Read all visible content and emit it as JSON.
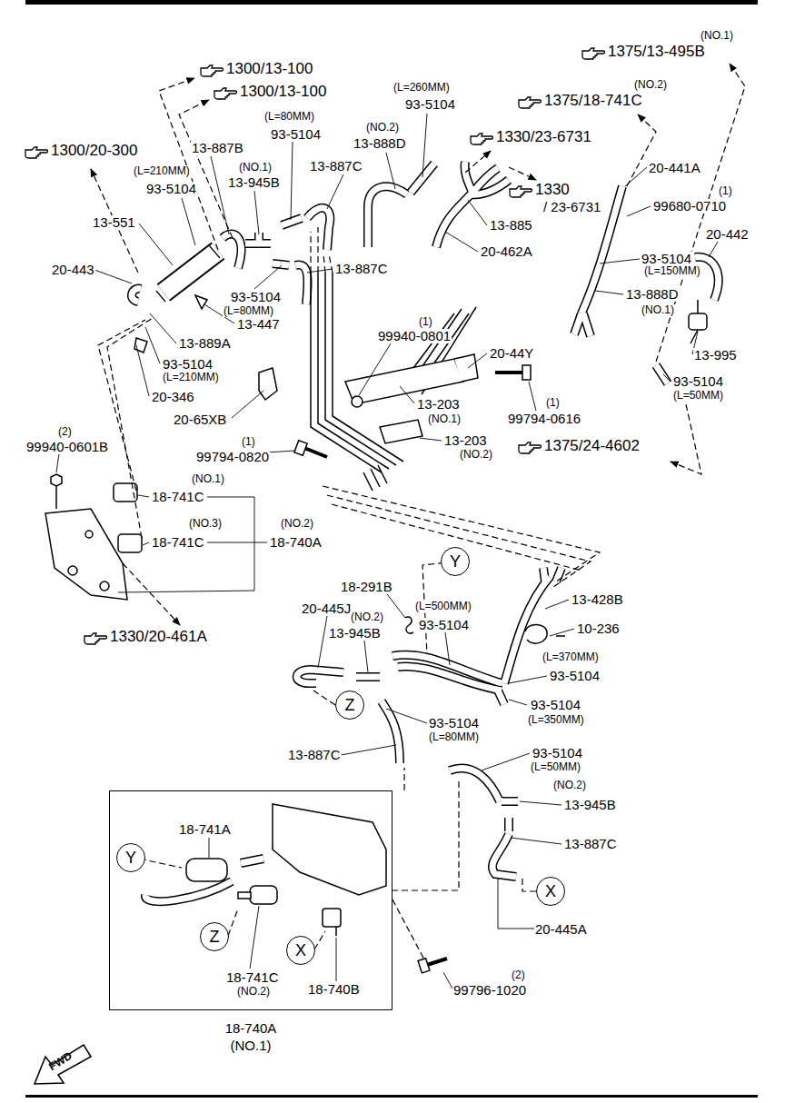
{
  "diagram": {
    "nodes": [
      {
        "text": [
          "Y"
        ]
      },
      {
        "text": [
          "Z"
        ]
      },
      {
        "text": [
          "X"
        ]
      },
      {
        "text": [
          "18-740A (NO.1)"
        ]
      },
      {
        "text": [
          "Y"
        ],
        "in": 3
      },
      {
        "text": [
          "Z"
        ],
        "in": 3
      },
      {
        "text": [
          "X"
        ],
        "in": 3
      }
    ],
    "labels": [
      "(NO.1)",
      "1375/13-495B",
      "(NO.2)",
      "1375/18-741C",
      "(L=260MM)",
      "93-5104",
      "1300/13-100",
      "1300/13-100",
      "(L=80MM)",
      "93-5104",
      "(NO.2)",
      "13-888D",
      "1330/23-6731",
      "1300/20-300",
      "13-887B",
      "(L=210MM)",
      "93-5104",
      "(NO.1)",
      "13-945B",
      "13-887C",
      "1330",
      "/ 23-6731",
      "20-441A",
      "(1)",
      "99680-0710",
      "13-551",
      "13-885",
      "20-442",
      "20-443",
      "20-462A",
      "13-887C",
      "93-5104",
      "(L=150MM)",
      "93-5104",
      "(L=80MM)",
      "13-447",
      "13-888D",
      "(NO.1)",
      "(1)",
      "99940-0801",
      "20-44Y",
      "13-889A",
      "13-995",
      "93-5104",
      "(L=210MM)",
      "93-5104",
      "(L=50MM)",
      "20-346",
      "20-65XB",
      "13-203",
      "(1)",
      "(NO.1)",
      "99794-0616",
      "13-203",
      "(NO.2)",
      "1375/24-4602",
      "(1)",
      "99794-0820",
      "(2)",
      "99940-0601B",
      "(NO.1)",
      "18-741C",
      "(NO.3)",
      "(NO.2)",
      "18-741C",
      "18-740A",
      "1330/20-461A",
      "18-291B",
      "20-445J",
      "(L=500MM)",
      "(NO.2)",
      "93-5104",
      "13-945B",
      "13-428B",
      "10-236",
      "(L=370MM)",
      "93-5104",
      "93-5104",
      "(L=350MM)",
      "93-5104",
      "(L=80MM)",
      "13-887C",
      "93-5104",
      "(L=50MM)",
      "(NO.2)",
      "13-945B",
      "13-887C",
      "20-445A",
      "18-741A",
      "18-741C",
      "(NO.2)",
      "18-740B",
      "(2)",
      "99796-1020",
      "FWD"
    ]
  }
}
